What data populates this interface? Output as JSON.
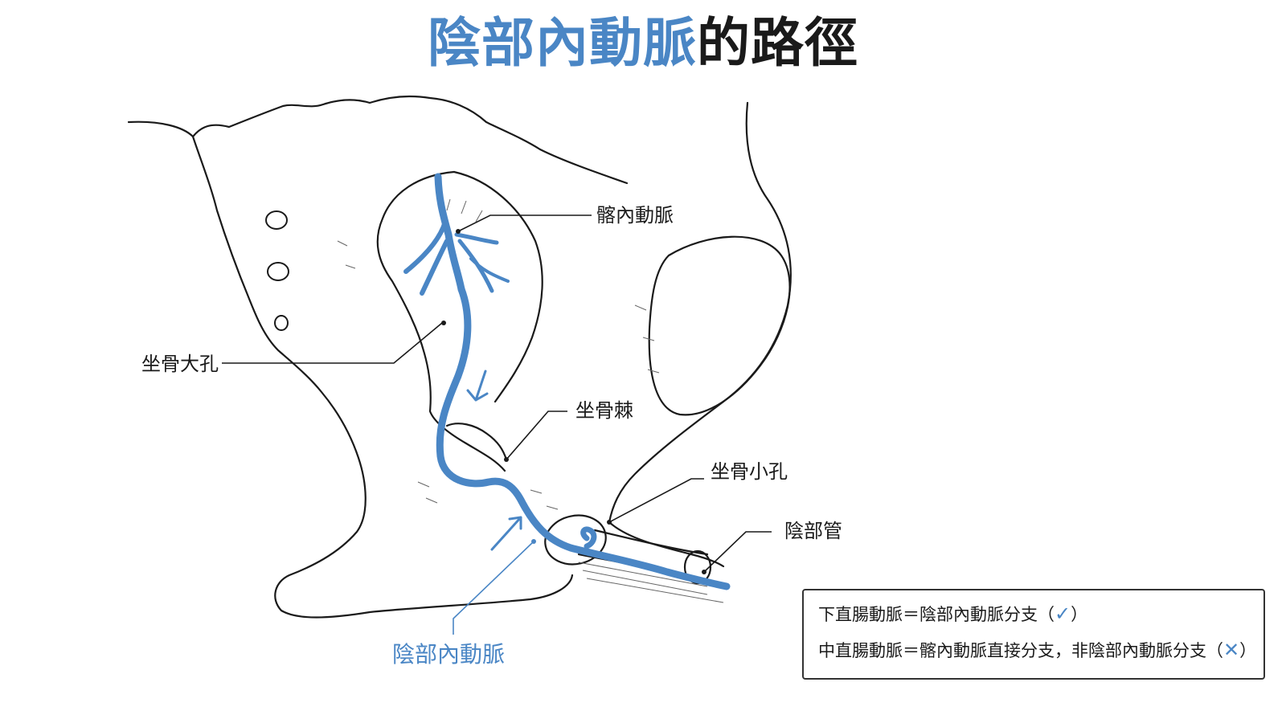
{
  "title": {
    "highlight": "陰部內動脈",
    "rest": "的路徑"
  },
  "labels": {
    "internal_iliac": "髂內動脈",
    "greater_sciatic": "坐骨大孔",
    "ischial_spine": "坐骨棘",
    "lesser_sciatic": "坐骨小孔",
    "pudendal_canal": "陰部管",
    "internal_pudendal": "陰部內動脈"
  },
  "notes": [
    {
      "text": "下直腸動脈＝陰部內動脈分支（",
      "mark": "✓",
      "close": "）"
    },
    {
      "text": "中直腸動脈＝髂內動脈直接分支，非陰部內動脈分支（",
      "mark": "✕",
      "close": "）"
    }
  ],
  "colors": {
    "artery": "#4a86c5",
    "outline": "#1a1a1a"
  }
}
